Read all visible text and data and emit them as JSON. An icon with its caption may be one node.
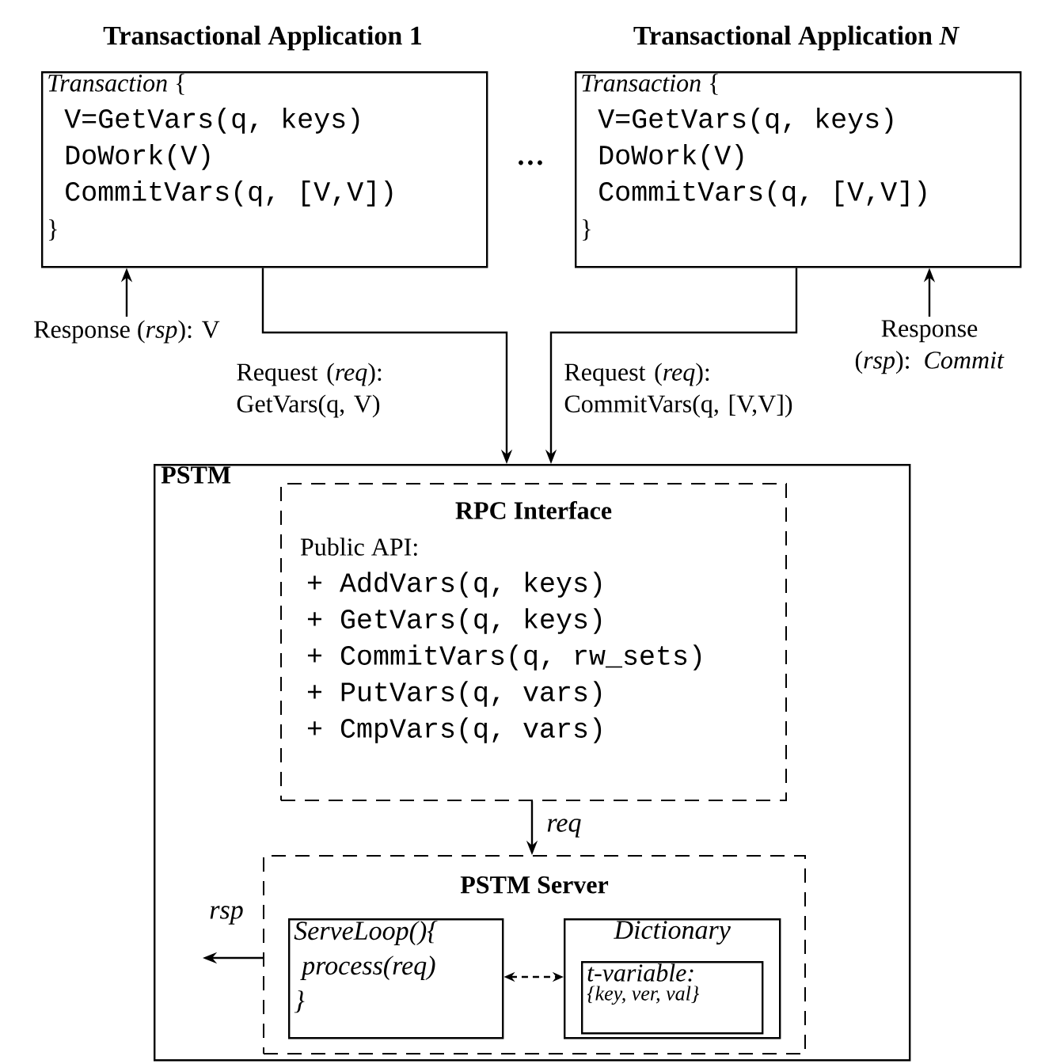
{
  "diagram": {
    "nodes": [
      {
        "text": [
          "Transactional Application 1",
          "*Transaction* {",
          "V=GetVars(q, keys)",
          "DoWork(V)",
          "CommitVars(q, [V,V])",
          "}"
        ]
      },
      {
        "text": [
          "Transactional Application *N*",
          "*Transaction* {",
          "V=GetVars(q, keys)",
          "DoWork(V)",
          "CommitVars(q, [V,V])",
          "}"
        ]
      },
      {
        "text": [
          "PSTM"
        ]
      },
      {
        "text": [
          "RPC Interface",
          "Public API:",
          "+ AddVars(q, keys)",
          "+ GetVars(q, keys)",
          "+ CommitVars(q, rw_sets)",
          "+ PutVars(q, vars)",
          "+ CmpVars(q, vars)"
        ],
        "in": 2
      },
      {
        "text": [
          "PSTM Server"
        ],
        "in": 2
      },
      {
        "text": [
          "ServeLoop(){",
          "process(req)",
          "}"
        ],
        "in": 4
      },
      {
        "text": [
          "Dictionary"
        ],
        "in": 4
      },
      {
        "text": [
          "t-variable:",
          "{key, ver, val}"
        ],
        "in": 6
      }
    ],
    "edges": [
      {
        "from": null,
        "to": 0,
        "arrow": "to",
        "label": "Response (*rsp*): V"
      },
      {
        "from": 0,
        "to": 2,
        "arrow": "to",
        "label": "Request (*req*): GetVars(q, V)"
      },
      {
        "from": 1,
        "to": 2,
        "arrow": "to",
        "label": "Request (*req*): CommitVars(q, [V,V])"
      },
      {
        "from": null,
        "to": 1,
        "arrow": "to",
        "label": "Response (*rsp*): *Commit*"
      },
      {
        "from": 3,
        "to": 4,
        "arrow": "to",
        "label": "req"
      },
      {
        "from": 4,
        "to": null,
        "arrow": "to",
        "label": "rsp"
      },
      {
        "from": 5,
        "to": 6,
        "arrow": "both",
        "style": "dashed"
      }
    ],
    "labels": [
      "···"
    ]
  }
}
